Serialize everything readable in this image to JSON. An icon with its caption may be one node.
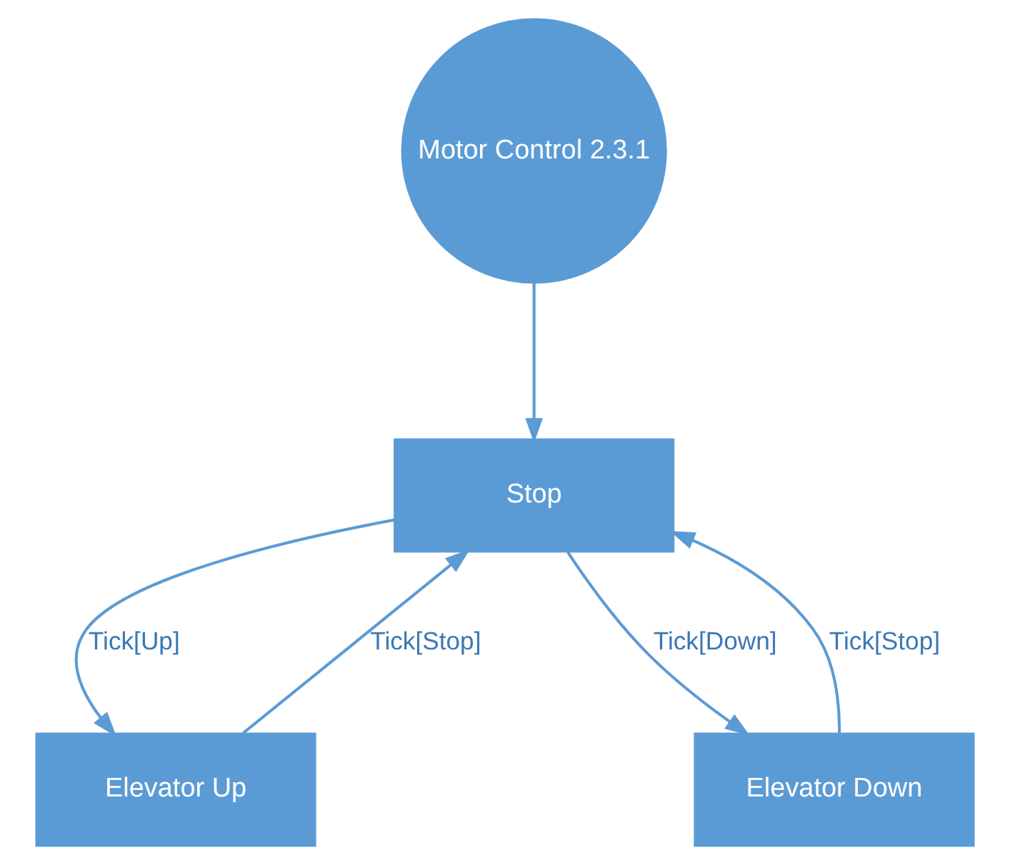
{
  "diagram": {
    "nodes": [
      {
        "text": [
          "Motor Control 2.3.1"
        ]
      },
      {
        "text": [
          "Stop"
        ]
      },
      {
        "text": [
          "Elevator Up"
        ]
      },
      {
        "text": [
          "Elevator Down"
        ]
      }
    ],
    "edges": [
      {
        "from": 0,
        "to": 1,
        "arrow": "to"
      },
      {
        "from": 1,
        "to": 2,
        "arrow": "to",
        "label": "Tick[Up]"
      },
      {
        "from": 2,
        "to": 1,
        "arrow": "to",
        "label": "Tick[Stop]"
      },
      {
        "from": 1,
        "to": 3,
        "arrow": "to",
        "label": "Tick[Down]"
      },
      {
        "from": 3,
        "to": 1,
        "arrow": "to",
        "label": "Tick[Stop]"
      }
    ]
  }
}
